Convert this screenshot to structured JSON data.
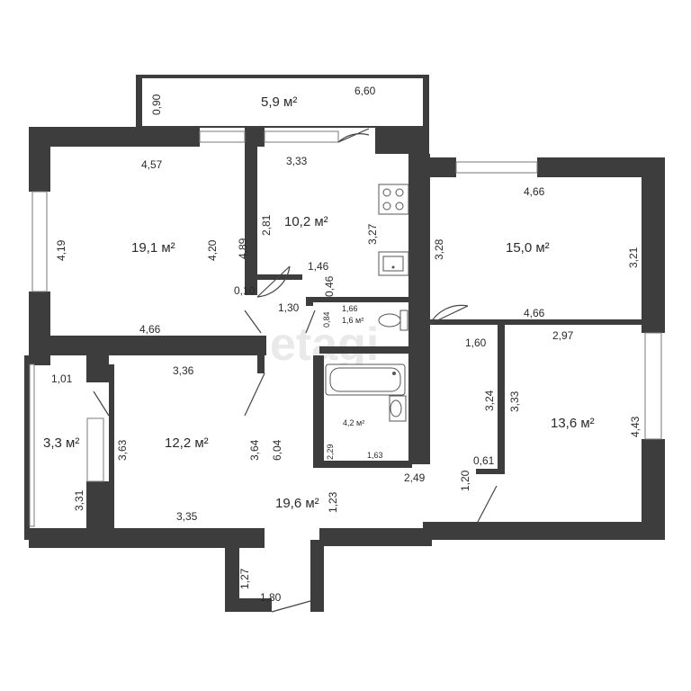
{
  "watermark": "etagi",
  "rooms": [
    {
      "id": "balcony",
      "area_label": "5,9 м²",
      "dims": [
        "0,90",
        "6,60"
      ]
    },
    {
      "id": "living",
      "area_label": "19,1 м²",
      "dims": [
        "4,57",
        "4,19",
        "4,20",
        "4,66",
        "4,89",
        "0,10"
      ]
    },
    {
      "id": "kitchen",
      "area_label": "10,2 м²",
      "dims": [
        "3,33",
        "2,81",
        "3,27",
        "1,46",
        "0,46"
      ]
    },
    {
      "id": "bedroom-east",
      "area_label": "15,0 м²",
      "dims": [
        "4,66",
        "3,28",
        "3,21",
        "4,66"
      ]
    },
    {
      "id": "wc",
      "area_label": "1,6 м²",
      "dims": [
        "1,66",
        "0,84"
      ]
    },
    {
      "id": "bathroom",
      "area_label": "4,2 м²",
      "dims": [
        "2,29",
        "1,63"
      ]
    },
    {
      "id": "bedroom-se",
      "area_label": "13,6 м²",
      "dims": [
        "2,97",
        "3,33",
        "4,43",
        "0,61"
      ]
    },
    {
      "id": "loggia",
      "area_label": "3,3 м²",
      "dims": [
        "1,01",
        "3,31"
      ]
    },
    {
      "id": "bedroom-sw",
      "area_label": "12,2 м²",
      "dims": [
        "3,36",
        "3,63",
        "3,64",
        "3,35"
      ]
    },
    {
      "id": "hall",
      "area_label": "19,6 м²",
      "dims": [
        "1,30",
        "6,04",
        "1,60",
        "3,24",
        "2,49",
        "1,20",
        "1,23",
        "1,27",
        "1,80"
      ]
    }
  ],
  "fixtures": [
    "stove-icon",
    "sink-icon",
    "toilet-icon",
    "bathtub-icon",
    "washbasin-icon"
  ]
}
